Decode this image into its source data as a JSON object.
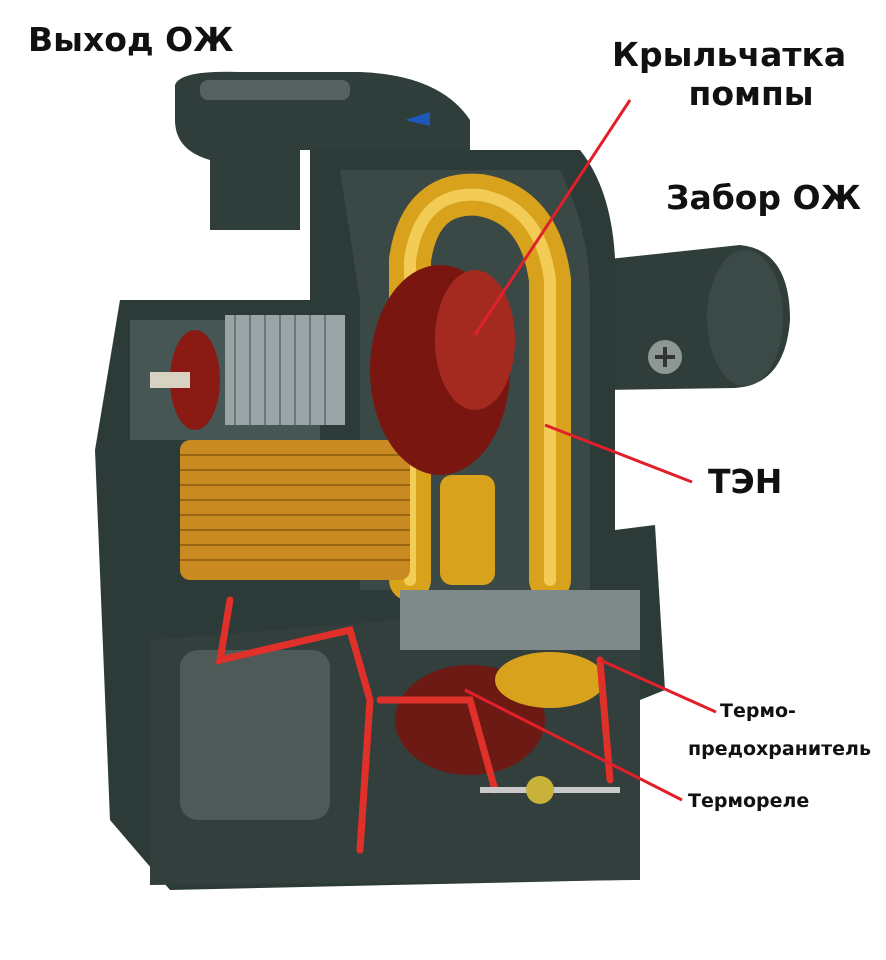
{
  "labels": {
    "outlet": "Выход ОЖ",
    "impeller_line1": "Крыльчатка",
    "impeller_line2": "помпы",
    "inlet": "Забор ОЖ",
    "heater": "ТЭН",
    "thermo_fuse_line1": "Термо-",
    "thermo_fuse_line2": "предохранитель",
    "thermo_relay": "Термореле"
  },
  "colors": {
    "leader_line": "#e0202a",
    "housing": "#2c3a38",
    "heater_tube": "#d9a21c",
    "impeller": "#8a1a14",
    "coil": "#c98a22"
  }
}
